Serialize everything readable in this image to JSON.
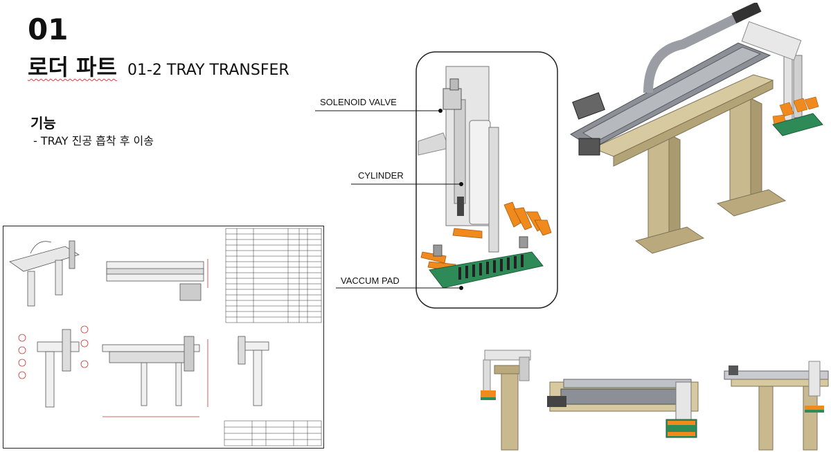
{
  "slide": {
    "number": "01",
    "title_ko": "로더 파트",
    "title_en": "01-2 TRAY TRANSFER",
    "function_heading": "기능",
    "function_text": "- TRAY 진공 흡착 후 이송"
  },
  "callouts": {
    "solenoid": "SOLENOID VALVE",
    "cylinder": "CYLINDER",
    "vacuum_pad": "VACCUM PAD"
  },
  "colors": {
    "pad_green": "#2e8b57",
    "finger_orange": "#f08a1c",
    "column_beige": "#c8b98e",
    "rail_gray": "#8c9096"
  }
}
